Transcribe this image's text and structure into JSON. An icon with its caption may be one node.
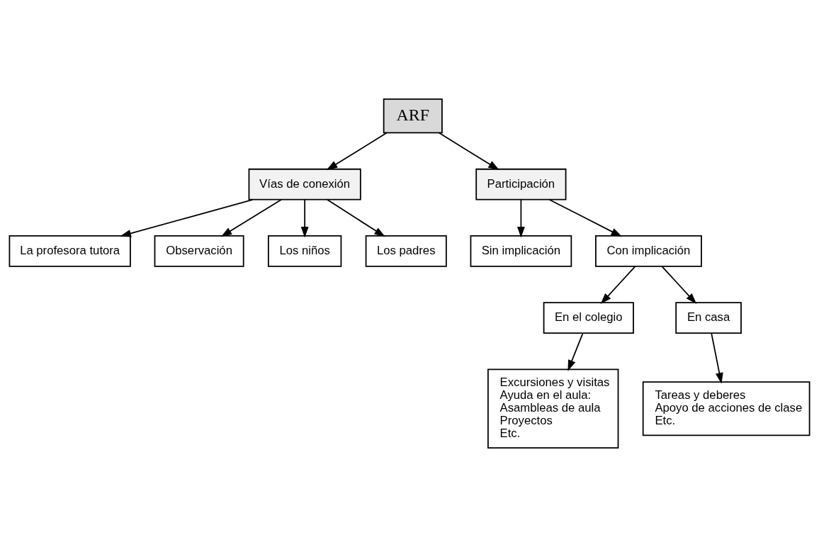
{
  "diagram": {
    "nodes": [
      {
        "text": [
          "ARF"
        ]
      },
      {
        "text": [
          "Vías de conexión"
        ]
      },
      {
        "text": [
          "La profesora tutora"
        ]
      },
      {
        "text": [
          "Observación"
        ]
      },
      {
        "text": [
          "Los niños"
        ]
      },
      {
        "text": [
          "Los padres"
        ]
      },
      {
        "text": [
          "Participación"
        ]
      },
      {
        "text": [
          "Sin implicación"
        ]
      },
      {
        "text": [
          "Con implicación"
        ]
      },
      {
        "text": [
          "En el colegio"
        ]
      },
      {
        "text": [
          "En casa"
        ]
      },
      {
        "text": [
          "Excursiones y visitas",
          "Ayuda en el aula:",
          "Asambleas de aula",
          "Proyectos",
          "Etc."
        ]
      },
      {
        "text": [
          "Tareas y deberes",
          "Apoyo de acciones de clase",
          "Etc."
        ]
      }
    ],
    "edges": [
      {
        "from": 0,
        "to": 1,
        "arrow": "to"
      },
      {
        "from": 0,
        "to": 6,
        "arrow": "to"
      },
      {
        "from": 1,
        "to": 2,
        "arrow": "to"
      },
      {
        "from": 1,
        "to": 3,
        "arrow": "to"
      },
      {
        "from": 1,
        "to": 4,
        "arrow": "to"
      },
      {
        "from": 1,
        "to": 5,
        "arrow": "to"
      },
      {
        "from": 6,
        "to": 7,
        "arrow": "to"
      },
      {
        "from": 6,
        "to": 8,
        "arrow": "to"
      },
      {
        "from": 8,
        "to": 9,
        "arrow": "to"
      },
      {
        "from": 8,
        "to": 10,
        "arrow": "to"
      },
      {
        "from": 9,
        "to": 11,
        "arrow": "to"
      },
      {
        "from": 10,
        "to": 12,
        "arrow": "to"
      }
    ]
  }
}
